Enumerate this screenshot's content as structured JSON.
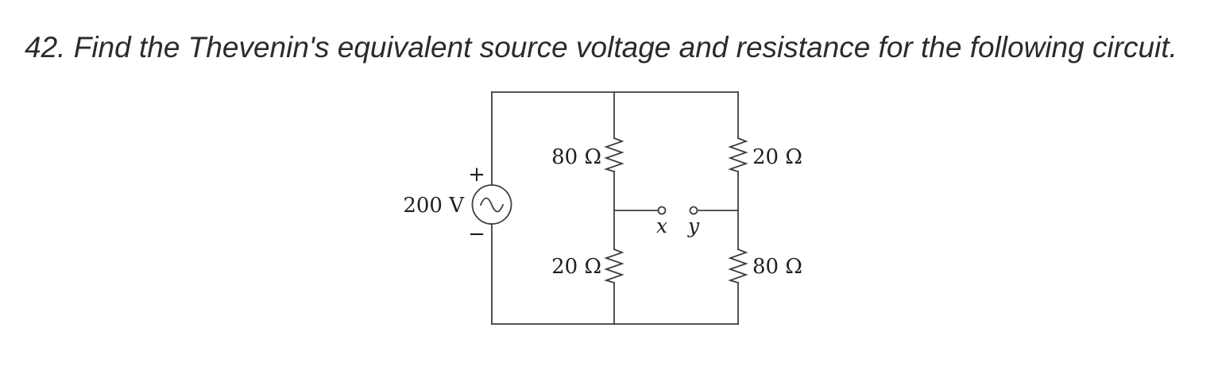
{
  "title": "42. Find the Thevenin's equivalent source voltage and resistance for the following circuit.",
  "circuit": {
    "source": {
      "type": "ac-sine-source",
      "voltage_label": "200 V",
      "polarity_plus": "+",
      "polarity_minus": "−"
    },
    "resistors": [
      {
        "position": "top-middle",
        "label": "80 Ω"
      },
      {
        "position": "top-right",
        "label": "20 Ω"
      },
      {
        "position": "bottom-middle",
        "label": "20 Ω"
      },
      {
        "position": "bottom-right",
        "label": "80 Ω"
      }
    ],
    "terminals": [
      {
        "label": "x"
      },
      {
        "label": "y"
      }
    ],
    "colors": {
      "wire": "#3f3f3f",
      "label": "#1f1f1f"
    }
  },
  "colors": {
    "title": "#2b2b2b",
    "background": "#ffffff"
  }
}
